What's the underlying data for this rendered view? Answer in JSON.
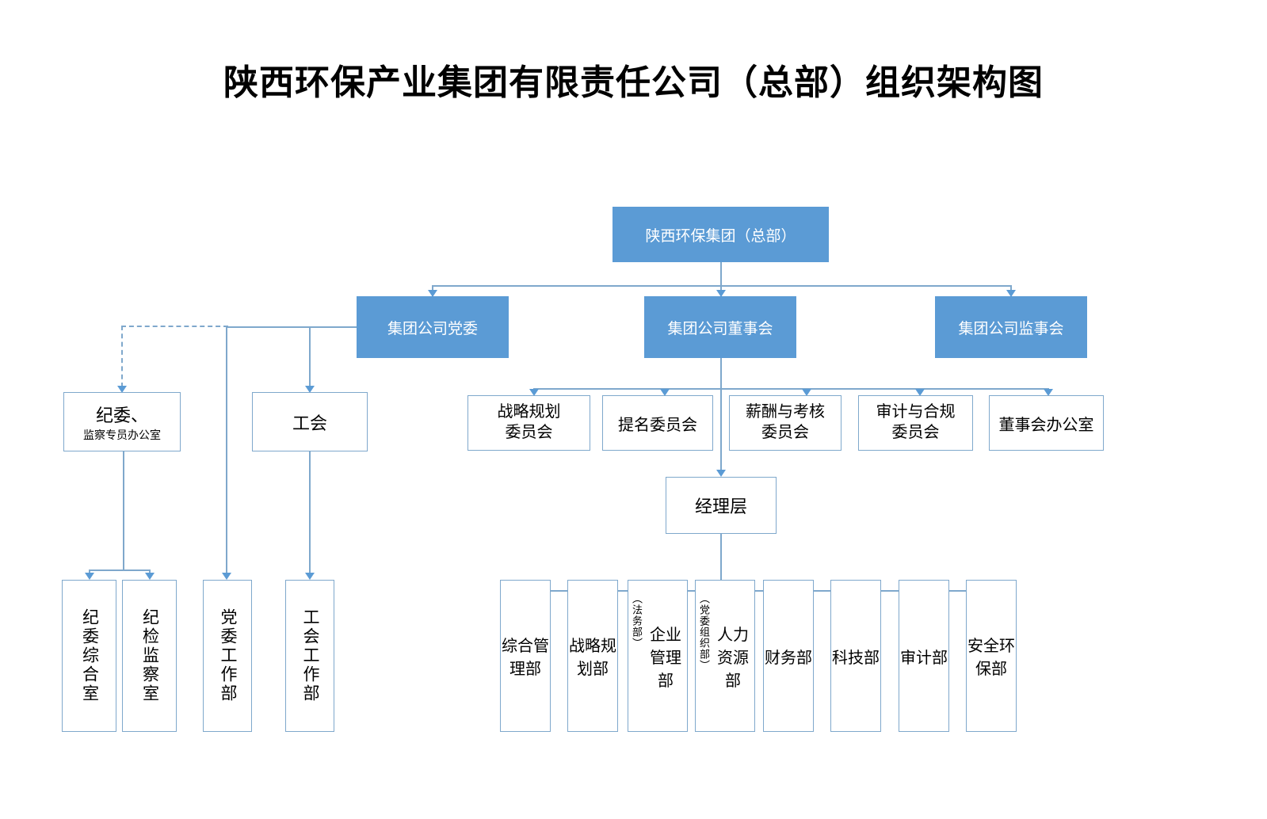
{
  "title": "陕西环保产业集团有限责任公司（总部）组织架构图",
  "colors": {
    "box_fill_primary": "#5B9BD5",
    "box_text_primary": "#FFFFFF",
    "box_fill_secondary": "#FFFFFF",
    "box_border_secondary": "#7FA8CC",
    "connector": "#7FA8CC",
    "arrow": "#5B9BD5",
    "background": "#FFFFFF"
  },
  "root": {
    "label": "陕西环保集团（总部）"
  },
  "level2": [
    {
      "label": "集团公司党委"
    },
    {
      "label": "集团公司董事会"
    },
    {
      "label": "集团公司监事会"
    }
  ],
  "party_branch": {
    "discipline": {
      "line1": "纪委、",
      "line2": "监察专员办公室"
    },
    "union": {
      "label": "工会"
    },
    "departments": [
      {
        "label": "纪委综合室"
      },
      {
        "label": "纪检监察室"
      },
      {
        "label": "党委工作部"
      },
      {
        "label": "工会工作部"
      }
    ]
  },
  "board_committees": [
    {
      "label": "战略规划委员会",
      "line1": "战略规划",
      "line2": "委员会"
    },
    {
      "label": "提名委员会",
      "line1": "提名委员会",
      "line2": ""
    },
    {
      "label": "薪酬与考核委员会",
      "line1": "薪酬与考核",
      "line2": "委员会"
    },
    {
      "label": "审计与合规委员会",
      "line1": "审计与合规",
      "line2": "委员会"
    },
    {
      "label": "董事会办公室",
      "line1": "董事会办公室",
      "line2": ""
    }
  ],
  "management": {
    "label": "经理层"
  },
  "departments": [
    {
      "main": "综合管理部",
      "sub": ""
    },
    {
      "main": "战略规划部",
      "sub": ""
    },
    {
      "main": "企业管理部",
      "sub": "（法务部）"
    },
    {
      "main": "人力资源部",
      "sub": "（党委组织部）"
    },
    {
      "main": "财务部",
      "sub": ""
    },
    {
      "main": "科技部",
      "sub": ""
    },
    {
      "main": "审计部",
      "sub": ""
    },
    {
      "main": "安全环保部",
      "sub": ""
    }
  ]
}
